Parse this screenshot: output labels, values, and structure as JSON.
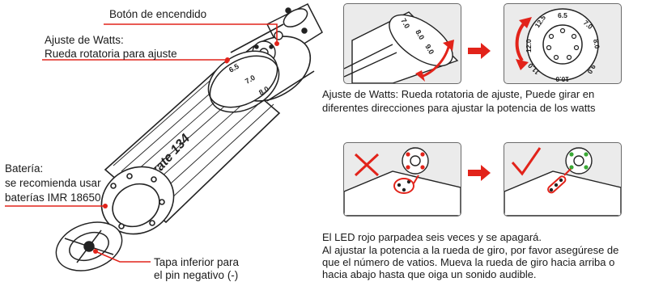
{
  "labels": {
    "power_button": "Botón de encendido",
    "watts_line1": "Ajuste de Watts:",
    "watts_line2": "Rueda rotatoria para ajuste",
    "battery_line1": "Batería:",
    "battery_line2": "se recomienda usar",
    "battery_line3": "baterías IMR 18650",
    "cap_line1": "Tapa inferior para",
    "cap_line2": "el pin negativo (-)"
  },
  "device": {
    "brand": "ikate 134",
    "dial_marks": [
      "6.5",
      "7.0",
      "8.0",
      "9.0",
      "10.0",
      "11.0",
      "12.0",
      "12.5"
    ]
  },
  "captions": {
    "wheel": [
      "Ajuste de Watts: Rueda rotatoria de ajuste, Puede girar en",
      "diferentes direcciones para ajustar la potencia de los watts"
    ],
    "led": [
      "El LED rojo parpadea seis veces y se apagará.",
      "Al ajustar la potencia a la rueda de giro, por favor asegúrese de",
      "que el número de vatios. Mueva la rueda de giro hacia arriba o",
      "hacia abajo hasta que oiga un sonido audible."
    ]
  },
  "colors": {
    "accent_red": "#e2231a",
    "led_green": "#3aa935",
    "panel_bg": "#ebebeb",
    "line": "#222222"
  }
}
